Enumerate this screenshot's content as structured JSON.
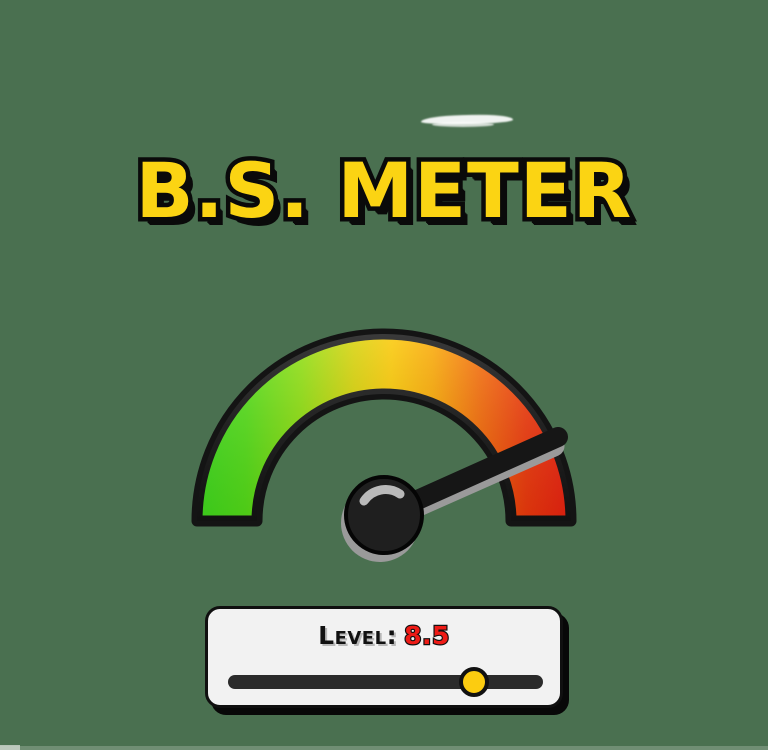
{
  "app": {
    "title": "B.S. METER",
    "background_color": "#4a7050"
  },
  "gauge": {
    "name": "bs-meter-gauge",
    "min": 0,
    "max": 10,
    "value": 8.5,
    "needle_angle_deg": 24,
    "arc_start_color": "#3fdd1e",
    "arc_mid_color": "#f5c400",
    "arc_end_color": "#ee2010",
    "outline_color": "#141414",
    "hub_color": "#1f1f1f",
    "hub_shadow_color": "#9a9a9a"
  },
  "panel": {
    "name": "level-control-panel",
    "level_label": "Level:",
    "level_value": "8.5",
    "label_color": "#111111",
    "value_color": "#ee1b16",
    "background_color": "#f2f2f2",
    "border_color": "#101010",
    "slider": {
      "name": "level-slider",
      "min": 0,
      "max": 10,
      "value": 8.5,
      "percent": 78,
      "track_color": "#2b2b2b",
      "thumb_color": "#fccc10"
    }
  }
}
